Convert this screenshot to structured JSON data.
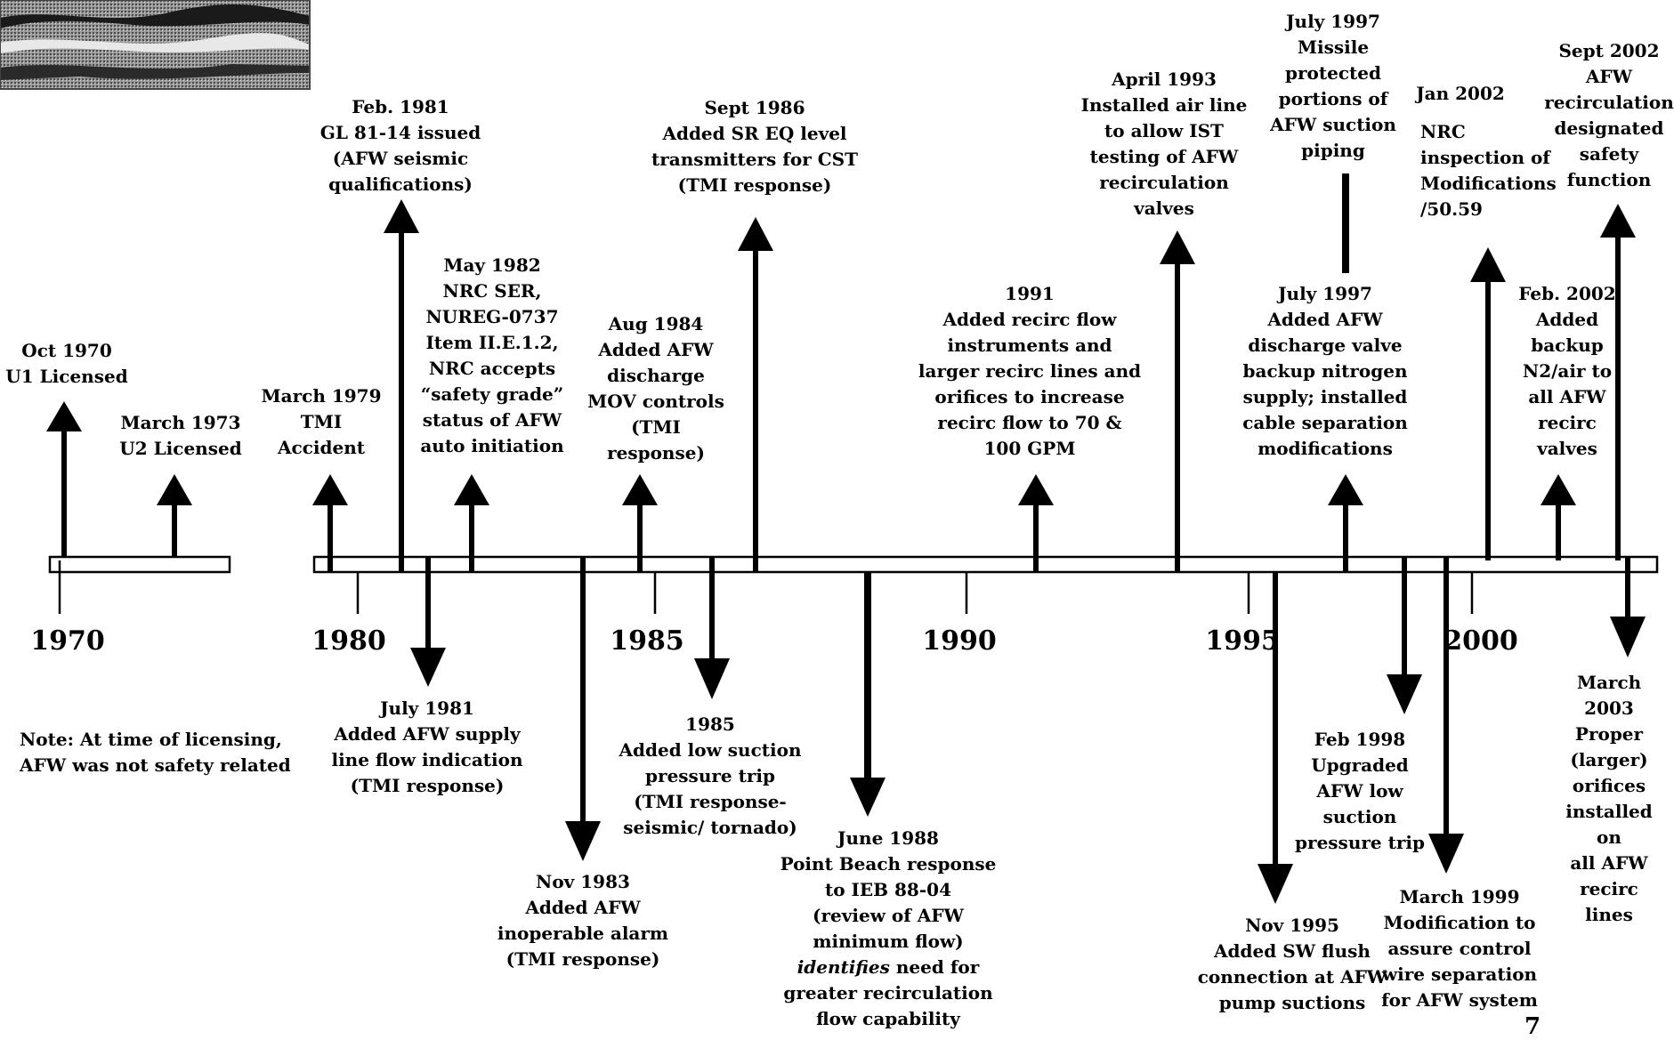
{
  "years": [
    "1970",
    "1980",
    "1985",
    "1990",
    "1995",
    "2000"
  ],
  "events_above": [
    {
      "id": "oct1970",
      "text": "Oct 1970\nU1 Licensed"
    },
    {
      "id": "mar1973",
      "text": "March 1973\nU2 Licensed"
    },
    {
      "id": "mar1979",
      "text": "March 1979\nTMI\nAccident"
    },
    {
      "id": "feb1981",
      "text": "Feb. 1981\nGL 81-14 issued\n(AFW seismic\nqualifications)"
    },
    {
      "id": "may1982",
      "text": "May 1982\nNRC SER,\nNUREG-0737\nItem II.E.1.2,\nNRC accepts\n“safety grade”\nstatus of AFW\nauto initiation"
    },
    {
      "id": "aug1984",
      "text": "Aug 1984\nAdded AFW\ndischarge\nMOV controls\n(TMI\nresponse)"
    },
    {
      "id": "sep1986",
      "text": "Sept 1986\nAdded SR EQ level\ntransmitters for CST\n(TMI response)"
    },
    {
      "id": "y1991",
      "text": "1991\nAdded recirc flow\ninstruments and\nlarger recirc lines and\norifices  to increase\nrecirc flow to 70 &\n100 GPM"
    },
    {
      "id": "apr1993",
      "text": "April 1993\nInstalled air line\nto allow IST\ntesting of AFW\nrecirculation\nvalves"
    },
    {
      "id": "jul1997a",
      "text": "July 1997\nMissile\nprotected\nportions of\nAFW  suction\npiping"
    },
    {
      "id": "jul1997b",
      "text": "July 1997\nAdded AFW\ndischarge valve\nbackup nitrogen\nsupply; installed\ncable separation\nmodifications"
    },
    {
      "id": "jan2002",
      "text": "Jan 2002"
    },
    {
      "id": "jan2002b",
      "text": "NRC\ninspection of\nModifications\n/50.59"
    },
    {
      "id": "feb2002",
      "text": "Feb. 2002\nAdded\nbackup\nN2/air to\nall AFW\nrecirc\nvalves"
    },
    {
      "id": "sep2002",
      "text": "Sept 2002\nAFW\nrecirculation\ndesignated\nsafety\nfunction"
    }
  ],
  "events_below": [
    {
      "id": "jul1981",
      "text": "July 1981\nAdded AFW supply\nline flow indication\n(TMI response)"
    },
    {
      "id": "nov1983",
      "text": "Nov 1983\nAdded AFW\ninoperable alarm\n(TMI response)"
    },
    {
      "id": "y1985",
      "text": "1985\nAdded low suction\npressure trip\n(TMI response-\nseismic/ tornado)"
    },
    {
      "id": "jun1988",
      "text": "June 1988\nPoint Beach response\nto IEB 88-04\n(review of AFW\nminimum flow)\nidentifies need for\ngreater recirculation\nflow capability"
    },
    {
      "id": "nov1995",
      "text": "Nov 1995\nAdded SW flush\nconnection at AFW\npump suctions"
    },
    {
      "id": "feb1998",
      "text": "Feb 1998\nUpgraded\nAFW low\nsuction\npressure trip"
    },
    {
      "id": "mar1999",
      "text": "March 1999\nModification to\nassure control\nwire separation\nfor AFW  system"
    },
    {
      "id": "mar2003",
      "text": "March 2003\nProper\n(larger)\norifices\ninstalled on\nall AFW\nrecirc lines"
    }
  ],
  "note": "Note: At time of licensing,\nAFW was not safety related",
  "page_number": "7"
}
